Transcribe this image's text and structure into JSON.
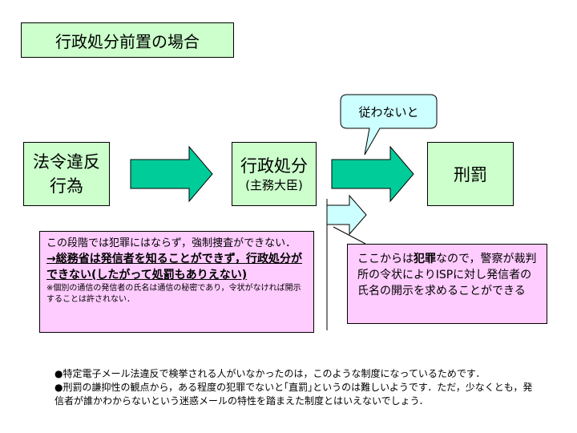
{
  "title": "行政処分前置の場合",
  "nodes": {
    "violation": {
      "line1": "法令違反",
      "line2": "行為"
    },
    "admin": {
      "main": "行政処分",
      "sub": "(主務大臣)"
    },
    "penalty": {
      "label": "刑罰"
    }
  },
  "callout": "従わないと",
  "note_left": {
    "line1": "この段階では犯罪にはならず，強制捜査ができない．",
    "bold": "→総務省は発信者を知ることができず，行政処分ができない(したがって処罰もありえない)",
    "small": "※個別の通信の発信者の氏名は通信の秘密であり，令状がなければ開示することは許されない．"
  },
  "note_right": {
    "pre": "ここからは",
    "bold": "犯罪",
    "post": "なので，警察が裁判所の令状によりISPに対し発信者の氏名の開示を求めることができる"
  },
  "footer": [
    "●特定電子メール法違反で検挙される人がいなかったのは，このような制度になっているためです．",
    "●刑罰の謙抑性の観点から，ある程度の犯罪でないと｢直罰｣というのは難しいようです．ただ，少なくとも，発信者が誰かわからないという迷惑メールの特性を踏まえた制度とはいえないでしょう．"
  ],
  "colors": {
    "node_fill": "#ccffcc",
    "arrow_fill": "#00cc99",
    "note_fill": "#ffccff",
    "callout_fill": "#ccffff"
  }
}
